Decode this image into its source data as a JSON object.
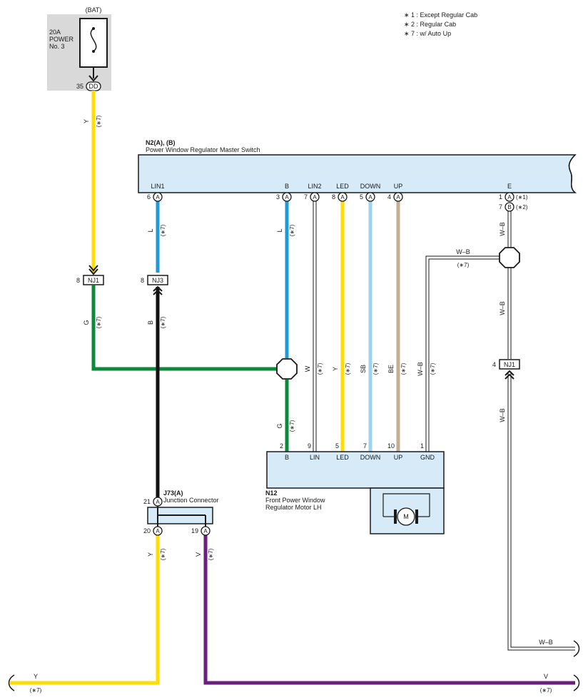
{
  "legend": {
    "l1": "∗ 1 : Except Regular Cab",
    "l2": "∗ 2 : Regular Cab",
    "l3": "∗ 7 : w/ Auto Up"
  },
  "fuse": {
    "source": "(BAT)",
    "line1": "20A",
    "line2": "POWER",
    "line3": "No. 3",
    "pin": "35",
    "connector": "DD"
  },
  "master_switch": {
    "code": "N2(A), (B)",
    "name": "Power Window Regulator Master Switch",
    "terminals": {
      "lin1": "LIN1",
      "b": "B",
      "lin2": "LIN2",
      "led": "LED",
      "down": "DOWN",
      "up": "UP",
      "e": "E"
    },
    "pins": {
      "lin1": "6",
      "b": "3",
      "lin2": "7",
      "led": "8",
      "down": "5",
      "up": "4",
      "e1": "1",
      "e2": "7"
    },
    "conn_a": "A",
    "conn_b": "B",
    "note1": "(∗1)",
    "note2": "(∗2)"
  },
  "motor": {
    "code": "N12",
    "name1": "Front Power Window",
    "name2": "Regulator Motor LH",
    "terminals": {
      "b": "B",
      "lin": "LIN",
      "led": "LED",
      "down": "DOWN",
      "up": "UP",
      "gnd": "GND"
    },
    "pins": {
      "b": "2",
      "lin": "9",
      "led": "5",
      "down": "7",
      "up": "10",
      "gnd": "1"
    },
    "symbol": "M"
  },
  "junction": {
    "code": "J73(A)",
    "name": "Junction Connector",
    "pin_in": "21",
    "pin_out1": "20",
    "pin_out2": "19",
    "conn": "A"
  },
  "junction_points": {
    "nj1_left": "NJ1",
    "nj1_left_pin": "8",
    "nj3": "NJ3",
    "nj3_pin": "8",
    "nj1_right": "NJ1",
    "nj1_right_pin": "4"
  },
  "wires": {
    "y": "Y",
    "l": "L",
    "g": "G",
    "b": "B",
    "w": "W",
    "sb": "SB",
    "be": "BE",
    "wb": "W–B",
    "v": "V",
    "note7": "(∗7)"
  },
  "colors": {
    "yellow": "#ffdd00",
    "blue": "#1e9ad6",
    "green": "#0a8a3a",
    "black": "#111111",
    "light_blue": "#9dd3ee",
    "beige": "#c4ae92",
    "purple": "#6a1f7e",
    "white_wire": "#ffffff",
    "box": "#d6ebf7",
    "fuse_bg": "#d9d9d9"
  }
}
